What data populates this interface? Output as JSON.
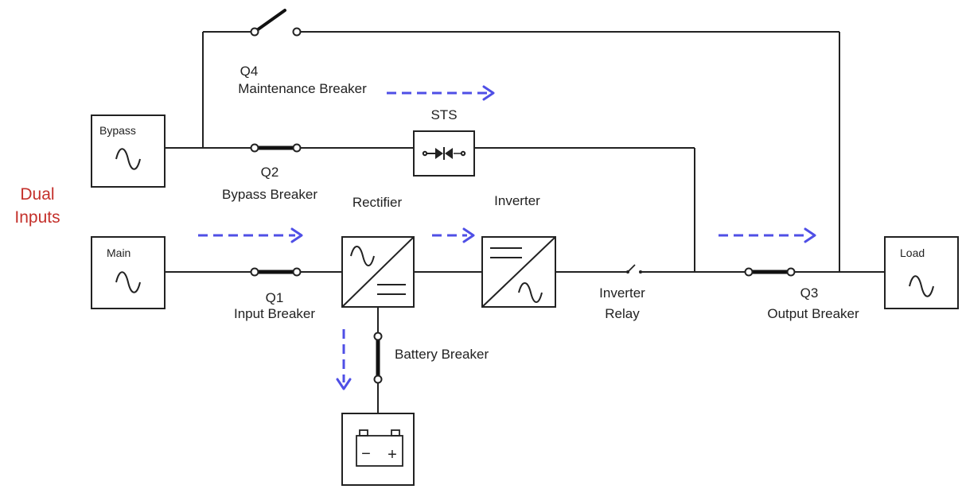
{
  "side_label": {
    "line1": "Dual",
    "line2": "Inputs",
    "color": "#c4302b"
  },
  "sources": {
    "bypass": "Bypass",
    "main": "Main",
    "load": "Load"
  },
  "breakers": {
    "q4": {
      "id": "Q4",
      "name": "Maintenance Breaker"
    },
    "q2": {
      "id": "Q2",
      "name": "Bypass Breaker"
    },
    "q1": {
      "id": "Q1",
      "name": "Input Breaker"
    },
    "q3": {
      "id": "Q3",
      "name": "Output Breaker"
    },
    "battery": "Battery Breaker"
  },
  "components": {
    "sts": "STS",
    "rectifier": "Rectifier",
    "inverter": "Inverter",
    "inverter_relay": {
      "line1": "Inverter",
      "line2": "Relay"
    }
  },
  "battery_symbol": {
    "minus": "−",
    "plus": "+"
  },
  "colors": {
    "flow_arrow": "#4f4fe6",
    "line": "#222222"
  }
}
